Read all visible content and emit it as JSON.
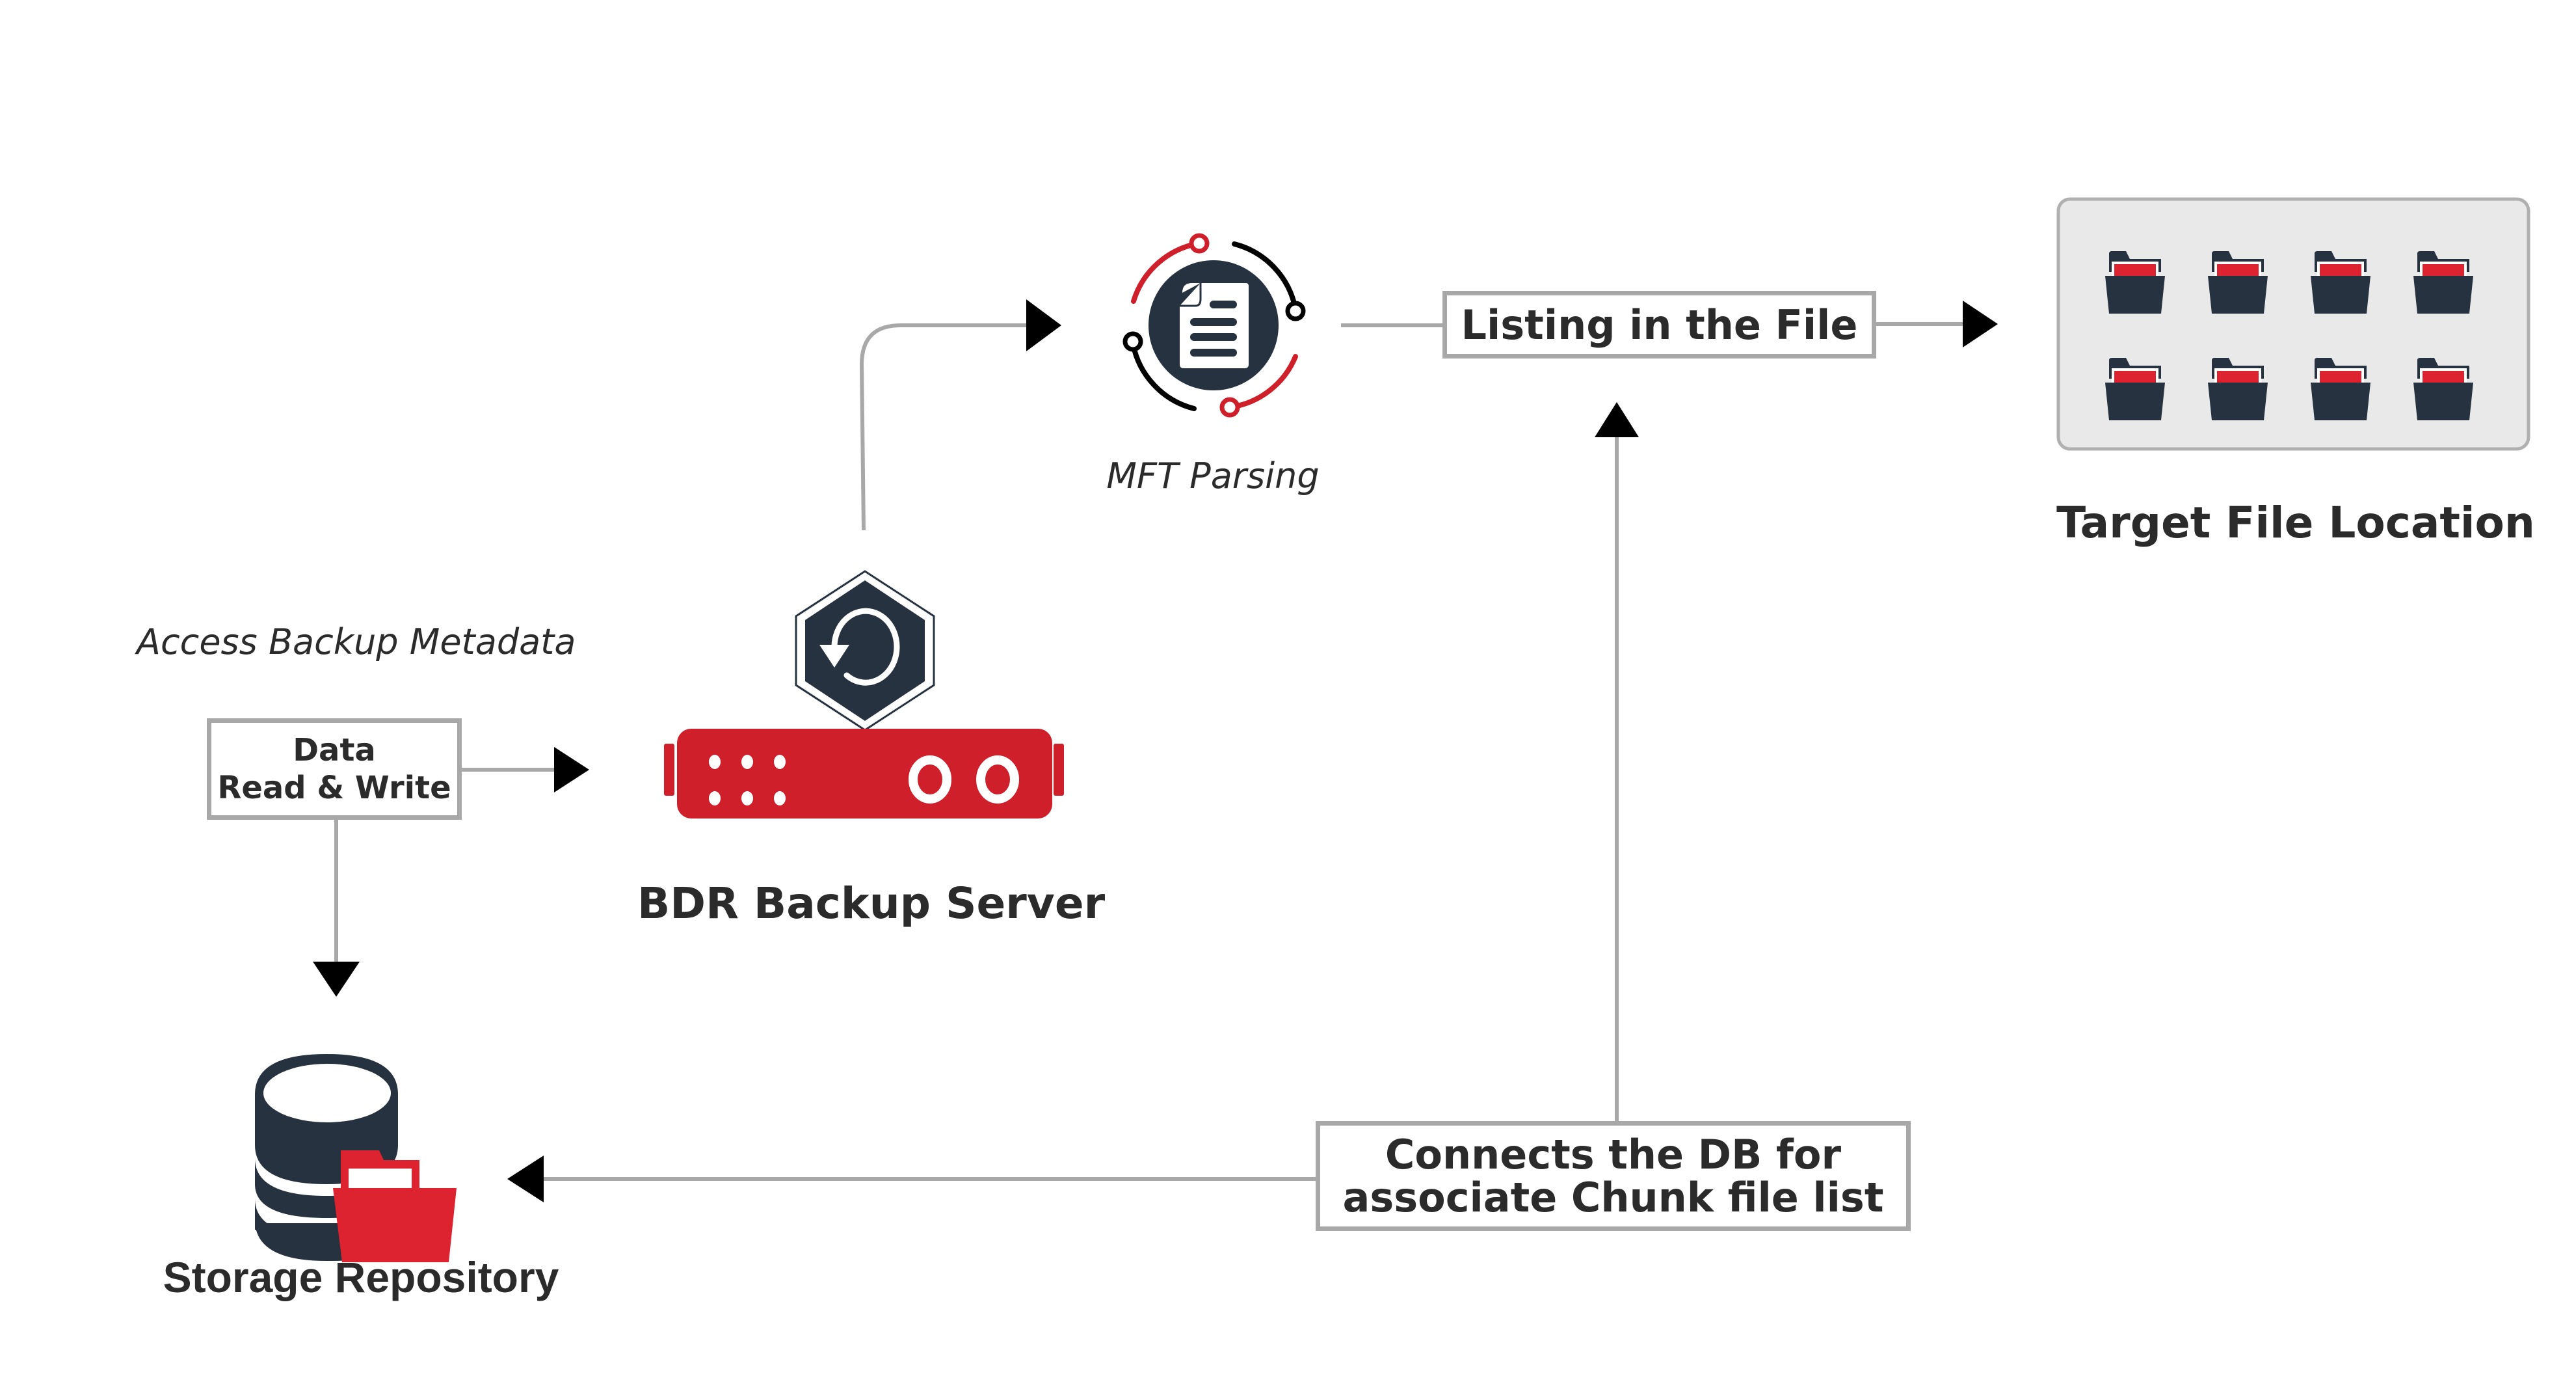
{
  "diagram": {
    "nodes": {
      "mft_parsing": {
        "label": "MFT Parsing",
        "icon": "document-cycle-icon"
      },
      "listing": {
        "label": "Listing in the File"
      },
      "target": {
        "label": "Target File Location",
        "icon": "folder-grid-icon",
        "folder_count": 8
      },
      "access_metadata": {
        "label": "Access Backup Metadata"
      },
      "data_rw": {
        "line1": "Data",
        "line2": "Read & Write"
      },
      "bdr_server": {
        "label": "BDR Backup Server",
        "icon": "server-backup-icon"
      },
      "storage": {
        "label": "Storage Repository",
        "icon": "database-folder-icon"
      },
      "connects_db": {
        "line1": "Connects the DB for",
        "line2": "associate Chunk file list"
      }
    },
    "edges": [
      {
        "from": "bdr_server",
        "to": "mft_parsing"
      },
      {
        "from": "mft_parsing",
        "to": "listing"
      },
      {
        "from": "listing",
        "to": "target"
      },
      {
        "from": "data_rw",
        "to": "bdr_server"
      },
      {
        "from": "data_rw",
        "to": "storage"
      },
      {
        "from": "connects_db",
        "to": "storage"
      },
      {
        "from": "connects_db",
        "to": "listing"
      }
    ],
    "colors": {
      "accent_red": "#cf1f2b",
      "folder_red": "#dd2230",
      "icon_dark": "#26323f",
      "line_gray": "#a8a8a8",
      "panel_bg": "#e9e9e9",
      "text": "#2b2b2b"
    }
  }
}
